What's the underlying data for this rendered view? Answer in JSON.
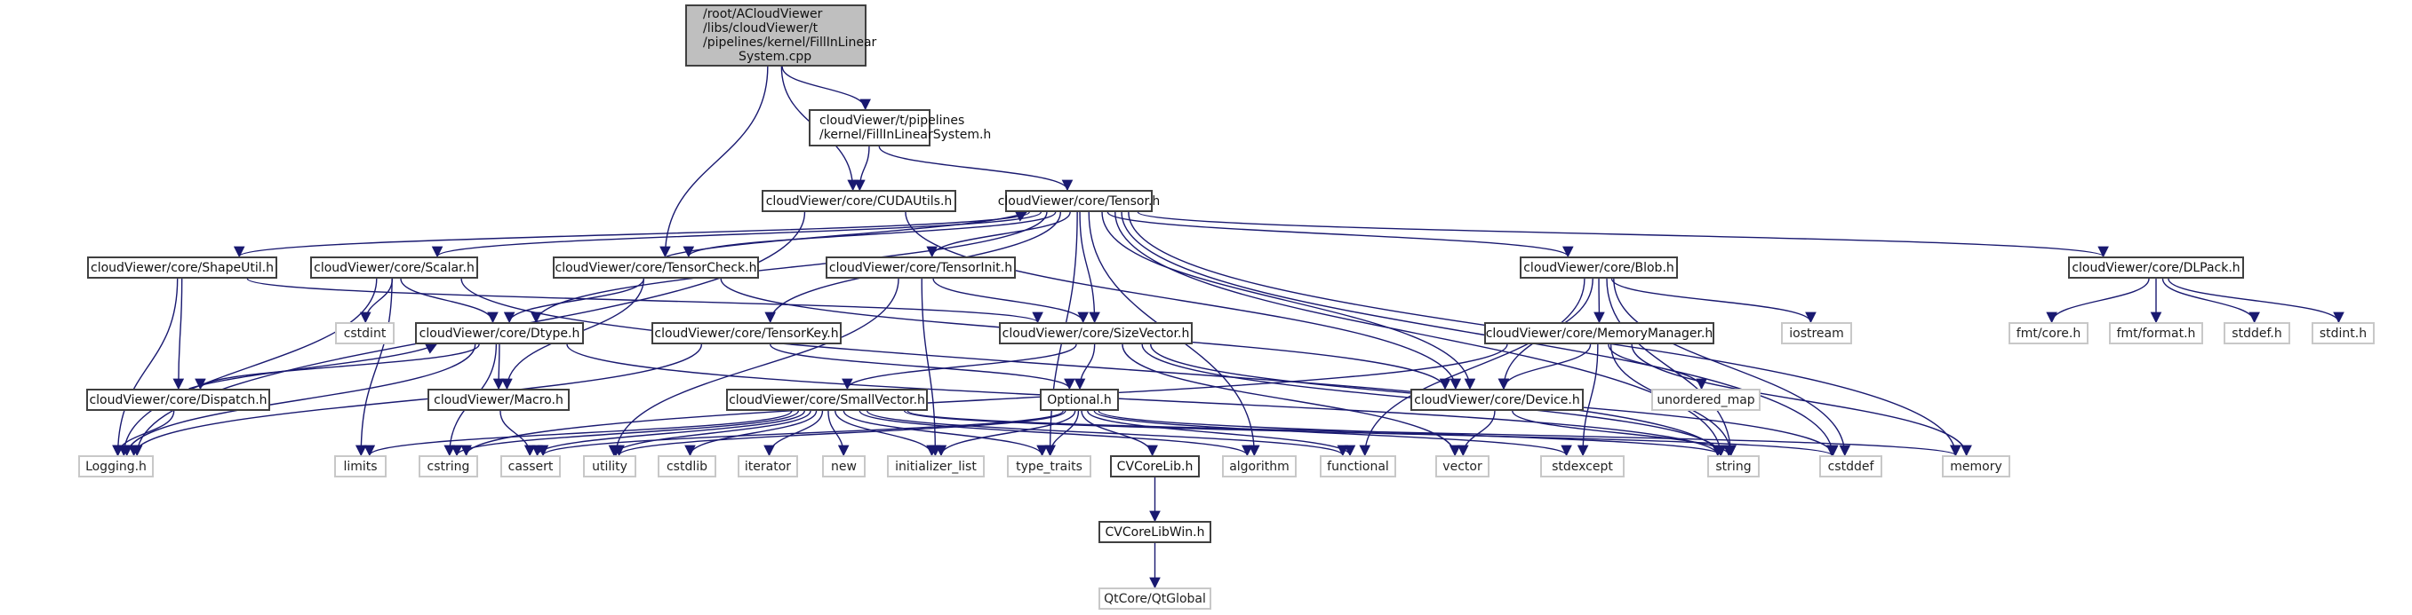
{
  "title": "Include dependency graph for FillInLinearSystem.cpp",
  "colors": {
    "edge": "#191970",
    "node_border": "#404040",
    "external_border": "#c8c8c8",
    "root_fill": "#bfbfbf"
  },
  "nodes": [
    {
      "id": "root",
      "label": "/root/ACloudViewer\n/libs/cloudViewer/t\n/pipelines/kernel/FillInLinear\n         System.cpp",
      "kind": "root"
    },
    {
      "id": "fils_h",
      "label": "cloudViewer/t/pipelines\n/kernel/FillInLinearSystem.h",
      "kind": "local"
    },
    {
      "id": "cuda",
      "label": "cloudViewer/core/CUDAUtils.h",
      "kind": "local"
    },
    {
      "id": "tensor",
      "label": "cloudViewer/core/Tensor.h",
      "kind": "local"
    },
    {
      "id": "shapeutil",
      "label": "cloudViewer/core/ShapeUtil.h",
      "kind": "local"
    },
    {
      "id": "scalar",
      "label": "cloudViewer/core/Scalar.h",
      "kind": "local"
    },
    {
      "id": "tensorcheck",
      "label": "cloudViewer/core/TensorCheck.h",
      "kind": "local"
    },
    {
      "id": "tensorinit",
      "label": "cloudViewer/core/TensorInit.h",
      "kind": "local"
    },
    {
      "id": "blob",
      "label": "cloudViewer/core/Blob.h",
      "kind": "local"
    },
    {
      "id": "dlpack",
      "label": "cloudViewer/core/DLPack.h",
      "kind": "local"
    },
    {
      "id": "cstdint",
      "label": "cstdint",
      "kind": "ext"
    },
    {
      "id": "dtype",
      "label": "cloudViewer/core/Dtype.h",
      "kind": "local"
    },
    {
      "id": "tensorkey",
      "label": "cloudViewer/core/TensorKey.h",
      "kind": "local"
    },
    {
      "id": "sizevector",
      "label": "cloudViewer/core/SizeVector.h",
      "kind": "local"
    },
    {
      "id": "memmgr",
      "label": "cloudViewer/core/MemoryManager.h",
      "kind": "local"
    },
    {
      "id": "iostream",
      "label": "iostream",
      "kind": "ext"
    },
    {
      "id": "fmtcore",
      "label": "fmt/core.h",
      "kind": "ext"
    },
    {
      "id": "fmtformat",
      "label": "fmt/format.h",
      "kind": "ext"
    },
    {
      "id": "stddef_h",
      "label": "stddef.h",
      "kind": "ext"
    },
    {
      "id": "stdint_h",
      "label": "stdint.h",
      "kind": "ext"
    },
    {
      "id": "dispatch",
      "label": "cloudViewer/core/Dispatch.h",
      "kind": "local"
    },
    {
      "id": "macro",
      "label": "cloudViewer/Macro.h",
      "kind": "local"
    },
    {
      "id": "smallvector",
      "label": "cloudViewer/core/SmallVector.h",
      "kind": "local"
    },
    {
      "id": "optional",
      "label": "Optional.h",
      "kind": "local"
    },
    {
      "id": "device",
      "label": "cloudViewer/core/Device.h",
      "kind": "local"
    },
    {
      "id": "unordered_map",
      "label": "unordered_map",
      "kind": "ext"
    },
    {
      "id": "logging",
      "label": "Logging.h",
      "kind": "ext"
    },
    {
      "id": "limits",
      "label": "limits",
      "kind": "ext"
    },
    {
      "id": "cstring",
      "label": "cstring",
      "kind": "ext"
    },
    {
      "id": "cassert",
      "label": "cassert",
      "kind": "ext"
    },
    {
      "id": "utility",
      "label": "utility",
      "kind": "ext"
    },
    {
      "id": "cstdlib",
      "label": "cstdlib",
      "kind": "ext"
    },
    {
      "id": "iterator",
      "label": "iterator",
      "kind": "ext"
    },
    {
      "id": "new",
      "label": "new",
      "kind": "ext"
    },
    {
      "id": "initializer_list",
      "label": "initializer_list",
      "kind": "ext"
    },
    {
      "id": "type_traits",
      "label": "type_traits",
      "kind": "ext"
    },
    {
      "id": "cvcorelib",
      "label": "CVCoreLib.h",
      "kind": "local"
    },
    {
      "id": "algorithm",
      "label": "algorithm",
      "kind": "ext"
    },
    {
      "id": "functional",
      "label": "functional",
      "kind": "ext"
    },
    {
      "id": "vector",
      "label": "vector",
      "kind": "ext"
    },
    {
      "id": "stdexcept",
      "label": "stdexcept",
      "kind": "ext"
    },
    {
      "id": "string",
      "label": "string",
      "kind": "ext"
    },
    {
      "id": "cstddef",
      "label": "cstddef",
      "kind": "ext"
    },
    {
      "id": "memory",
      "label": "memory",
      "kind": "ext"
    },
    {
      "id": "cvcorelibwin",
      "label": "CVCoreLibWin.h",
      "kind": "local"
    },
    {
      "id": "qtglobal",
      "label": "QtCore/QtGlobal",
      "kind": "ext"
    }
  ],
  "edges": [
    [
      "root",
      "fils_h"
    ],
    [
      "root",
      "cuda"
    ],
    [
      "root",
      "tensorcheck"
    ],
    [
      "fils_h",
      "cuda"
    ],
    [
      "fils_h",
      "tensor"
    ],
    [
      "cuda",
      "logging"
    ],
    [
      "cuda",
      "device"
    ],
    [
      "tensor",
      "shapeutil"
    ],
    [
      "tensor",
      "scalar"
    ],
    [
      "tensor",
      "tensorcheck"
    ],
    [
      "tensor",
      "tensorinit"
    ],
    [
      "tensor",
      "tensorkey"
    ],
    [
      "tensor",
      "sizevector"
    ],
    [
      "tensor",
      "dtype"
    ],
    [
      "tensor",
      "blob"
    ],
    [
      "tensor",
      "dlpack"
    ],
    [
      "tensor",
      "device"
    ],
    [
      "tensor",
      "string"
    ],
    [
      "tensor",
      "algorithm"
    ],
    [
      "tensor",
      "type_traits"
    ],
    [
      "tensor",
      "cstddef"
    ],
    [
      "tensor",
      "memory"
    ],
    [
      "tensorcheck",
      "tensor"
    ],
    [
      "tensorcheck",
      "dtype"
    ],
    [
      "tensorcheck",
      "macro"
    ],
    [
      "tensorcheck",
      "device"
    ],
    [
      "shapeutil",
      "logging"
    ],
    [
      "shapeutil",
      "dispatch"
    ],
    [
      "shapeutil",
      "sizevector"
    ],
    [
      "scalar",
      "logging"
    ],
    [
      "scalar",
      "dtype"
    ],
    [
      "scalar",
      "cstdint"
    ],
    [
      "scalar",
      "limits"
    ],
    [
      "scalar",
      "string"
    ],
    [
      "tensorinit",
      "sizevector"
    ],
    [
      "tensorinit",
      "utility"
    ],
    [
      "tensorinit",
      "initializer_list"
    ],
    [
      "tensorkey",
      "logging"
    ],
    [
      "tensorkey",
      "optional"
    ],
    [
      "dtype",
      "dispatch"
    ],
    [
      "dtype",
      "macro"
    ],
    [
      "dtype",
      "logging"
    ],
    [
      "dtype",
      "cstring"
    ],
    [
      "dtype",
      "string"
    ],
    [
      "dispatch",
      "dtype"
    ],
    [
      "dispatch",
      "logging"
    ],
    [
      "macro",
      "cassert"
    ],
    [
      "sizevector",
      "smallvector"
    ],
    [
      "sizevector",
      "optional"
    ],
    [
      "sizevector",
      "string"
    ],
    [
      "sizevector",
      "cstddef"
    ],
    [
      "sizevector",
      "vector"
    ],
    [
      "smallvector",
      "cassert"
    ],
    [
      "smallvector",
      "cstring"
    ],
    [
      "smallvector",
      "utility"
    ],
    [
      "smallvector",
      "cstdlib"
    ],
    [
      "smallvector",
      "iterator"
    ],
    [
      "smallvector",
      "new"
    ],
    [
      "smallvector",
      "initializer_list"
    ],
    [
      "smallvector",
      "type_traits"
    ],
    [
      "smallvector",
      "algorithm"
    ],
    [
      "smallvector",
      "functional"
    ],
    [
      "smallvector",
      "limits"
    ],
    [
      "smallvector",
      "memory"
    ],
    [
      "smallvector",
      "cstddef"
    ],
    [
      "optional",
      "cassert"
    ],
    [
      "optional",
      "utility"
    ],
    [
      "optional",
      "initializer_list"
    ],
    [
      "optional",
      "type_traits"
    ],
    [
      "optional",
      "cvcorelib"
    ],
    [
      "optional",
      "functional"
    ],
    [
      "optional",
      "stdexcept"
    ],
    [
      "optional",
      "string"
    ],
    [
      "blob",
      "memmgr"
    ],
    [
      "blob",
      "device"
    ],
    [
      "blob",
      "functional"
    ],
    [
      "blob",
      "iostream"
    ],
    [
      "blob",
      "string"
    ],
    [
      "blob",
      "cstddef"
    ],
    [
      "memmgr",
      "device"
    ],
    [
      "memmgr",
      "unordered_map"
    ],
    [
      "memmgr",
      "stdexcept"
    ],
    [
      "memmgr",
      "string"
    ],
    [
      "memmgr",
      "memory"
    ],
    [
      "memmgr",
      "cstring"
    ],
    [
      "device",
      "vector"
    ],
    [
      "device",
      "string"
    ],
    [
      "dlpack",
      "fmtcore"
    ],
    [
      "dlpack",
      "fmtformat"
    ],
    [
      "dlpack",
      "stddef_h"
    ],
    [
      "dlpack",
      "stdint_h"
    ],
    [
      "cvcorelib",
      "cvcorelibwin"
    ],
    [
      "cvcorelibwin",
      "qtglobal"
    ]
  ]
}
